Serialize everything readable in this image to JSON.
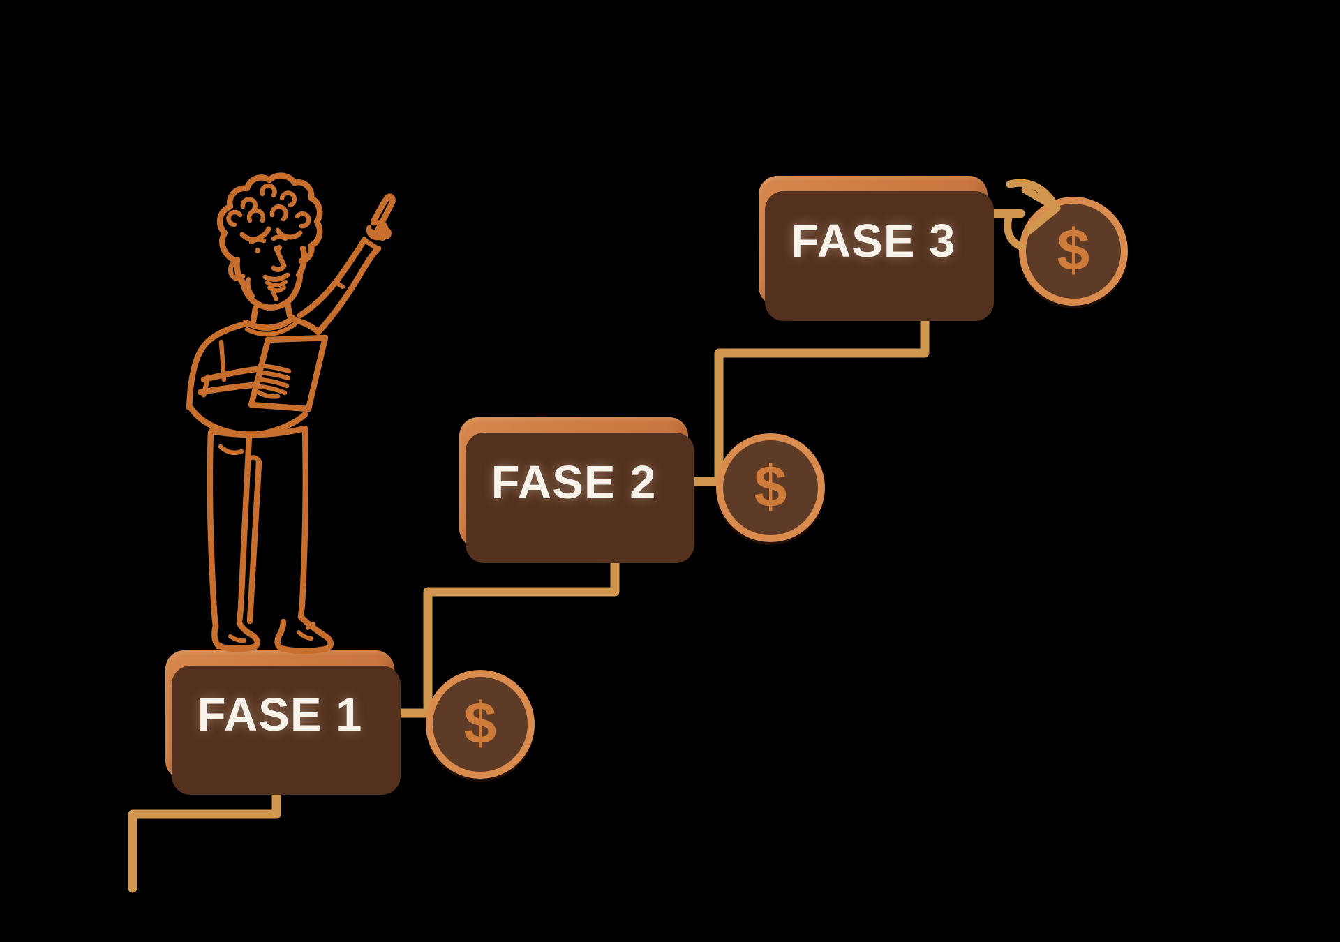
{
  "diagram": {
    "type": "staircase-process-diagram",
    "steps": [
      {
        "id": "fase-1",
        "label": "FASE 1",
        "coin_symbol": "$"
      },
      {
        "id": "fase-2",
        "label": "FASE 2",
        "coin_symbol": "$"
      },
      {
        "id": "fase-3",
        "label": "FASE 3",
        "coin_symbol": "$"
      }
    ],
    "illustration": "man-pointing-up-holding-tablet",
    "colors": {
      "background": "#000000",
      "box_orange": "#cc7841",
      "box_orange_light": "#d8894f",
      "box_shadow": "#53311e",
      "connector_line": "#d2974f",
      "coin_ring": "#d98c4e",
      "coin_fill": "#5d3b27",
      "coin_symbol": "#cf7b3a",
      "label_text": "#f7f2ea",
      "person_line": "#c86f2e"
    }
  }
}
